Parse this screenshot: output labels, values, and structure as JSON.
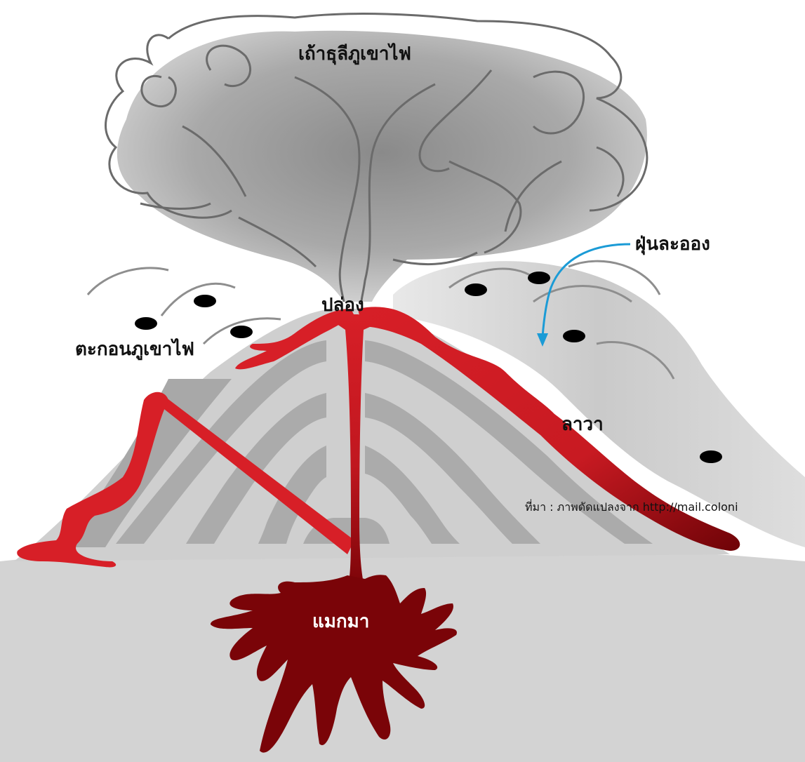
{
  "labels": {
    "ash_cloud": "เถ้าธุลีภูเขาไฟ",
    "dust_particles": "ฝุ่นละออง",
    "vent": "ปล่อง",
    "volcanic_sediment": "ตะกอนภูเขาไฟ",
    "lava": "ลาวา",
    "magma": "แมกมา"
  },
  "source": "ที่มา : ภาพดัดแปลงจาก http://mail.coloni",
  "colors": {
    "lava_red": "#d71f27",
    "magma_dark": "#7a0408",
    "ground": "#d3d3d3",
    "cone_light": "#cfcfcf",
    "cone_dark": "#a8a8a8",
    "ash_gray": "#8e8e8e",
    "arrow_blue": "#1b9bd6"
  },
  "icons": [
    "volcanic-bomb-icon",
    "arrow-curved-icon"
  ]
}
